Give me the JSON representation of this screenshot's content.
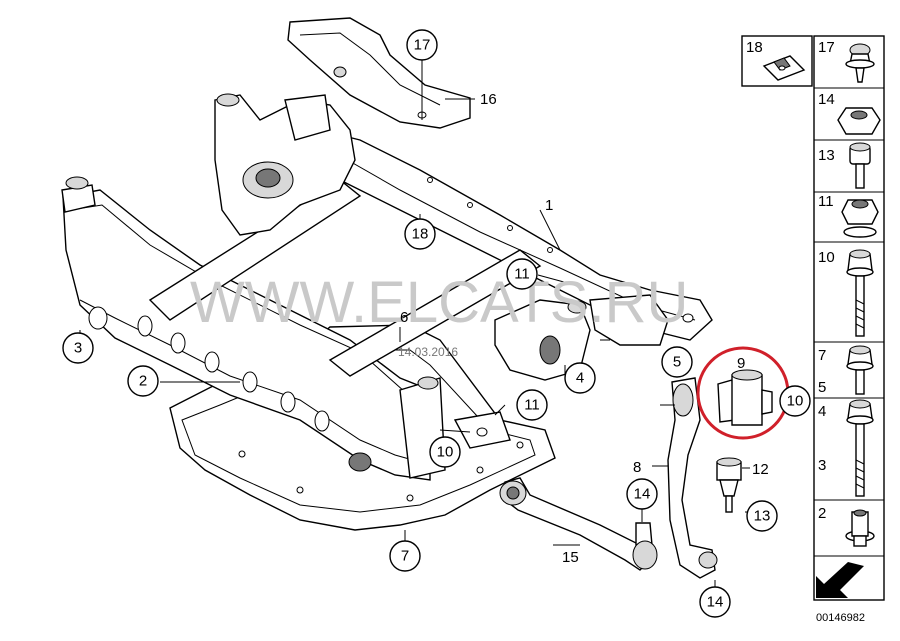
{
  "watermark": "WWW.ELCATS.RU",
  "date_stamp": "14.03.2016",
  "catalog_number": "00146982",
  "callouts": [
    {
      "id": "c17",
      "label": "17",
      "circled": true
    },
    {
      "id": "c16",
      "label": "16",
      "circled": false
    },
    {
      "id": "c18",
      "label": "18",
      "circled": true
    },
    {
      "id": "c1",
      "label": "1",
      "circled": false
    },
    {
      "id": "c11a",
      "label": "11",
      "circled": true
    },
    {
      "id": "c3",
      "label": "3",
      "circled": true
    },
    {
      "id": "c2",
      "label": "2",
      "circled": true
    },
    {
      "id": "c6",
      "label": "6",
      "circled": false
    },
    {
      "id": "c4",
      "label": "4",
      "circled": true
    },
    {
      "id": "c5",
      "label": "5",
      "circled": true
    },
    {
      "id": "c9",
      "label": "9",
      "circled": false
    },
    {
      "id": "c10a",
      "label": "10",
      "circled": true
    },
    {
      "id": "c11b",
      "label": "11",
      "circled": true
    },
    {
      "id": "c10b",
      "label": "10",
      "circled": true
    },
    {
      "id": "c8",
      "label": "8",
      "circled": false
    },
    {
      "id": "c12",
      "label": "12",
      "circled": false
    },
    {
      "id": "c14a",
      "label": "14",
      "circled": true
    },
    {
      "id": "c13",
      "label": "13",
      "circled": true
    },
    {
      "id": "c15",
      "label": "15",
      "circled": false
    },
    {
      "id": "c7",
      "label": "7",
      "circled": true
    },
    {
      "id": "c14b",
      "label": "14",
      "circled": true
    }
  ],
  "parts_panel": [
    {
      "label": "18",
      "icon": "clip-nut-icon"
    },
    {
      "label": "17",
      "icon": "flange-screw-icon"
    },
    {
      "label": "14",
      "icon": "hex-nut-icon"
    },
    {
      "label": "13",
      "icon": "torx-bolt-icon"
    },
    {
      "label": "11",
      "icon": "collar-nut-icon"
    },
    {
      "label": "10",
      "icon": "long-hex-bolt-icon"
    },
    {
      "label": "7",
      "icon": "hex-bolt-icon"
    },
    {
      "label": "5",
      "icon": "hex-bolt-icon"
    },
    {
      "label": "4",
      "icon": "long-hex-bolt-icon"
    },
    {
      "label": "3",
      "icon": "long-hex-bolt-icon"
    },
    {
      "label": "2",
      "icon": "rivet-nut-icon"
    }
  ],
  "highlight_color": "#d0202a"
}
